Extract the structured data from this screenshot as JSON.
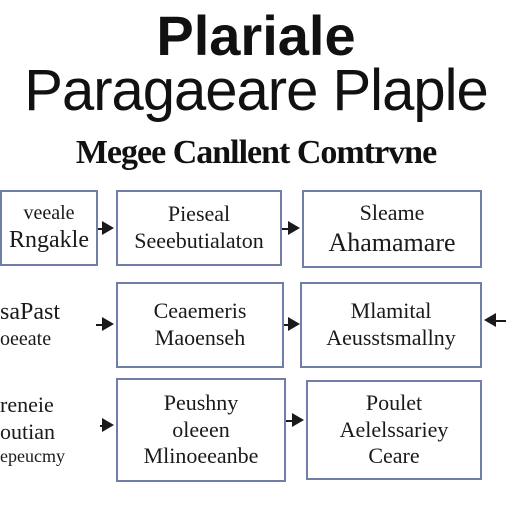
{
  "titles": {
    "line1": "Plariale",
    "line2": "Paragaeare Plaple",
    "line3": "Megee Canllent Comtrvne"
  },
  "boxes": {
    "r1c1": [
      "veeale",
      "Rngakle"
    ],
    "r1c2": [
      "Pieseal",
      "Seeebutialaton"
    ],
    "r1c3": [
      "Sleame",
      "Ahamamare"
    ],
    "r2c1": [
      "saPast",
      "oeeate"
    ],
    "r2c2": [
      "Ceaemeris",
      "Maoenseh"
    ],
    "r2c3": [
      "Mlamital",
      "Aeusstsmallny"
    ],
    "r3c1": [
      "reneie",
      "outian",
      "epeucmy"
    ],
    "r3c2": [
      "Peushny",
      "oleeen",
      "Mlinoeeanbe"
    ],
    "r3c3": [
      "Poulet",
      "Aelelssariey",
      "Ceare"
    ]
  },
  "colors": {
    "box_border": "#6f7fa8",
    "text": "#111111",
    "arrow": "#1a1a1a"
  }
}
